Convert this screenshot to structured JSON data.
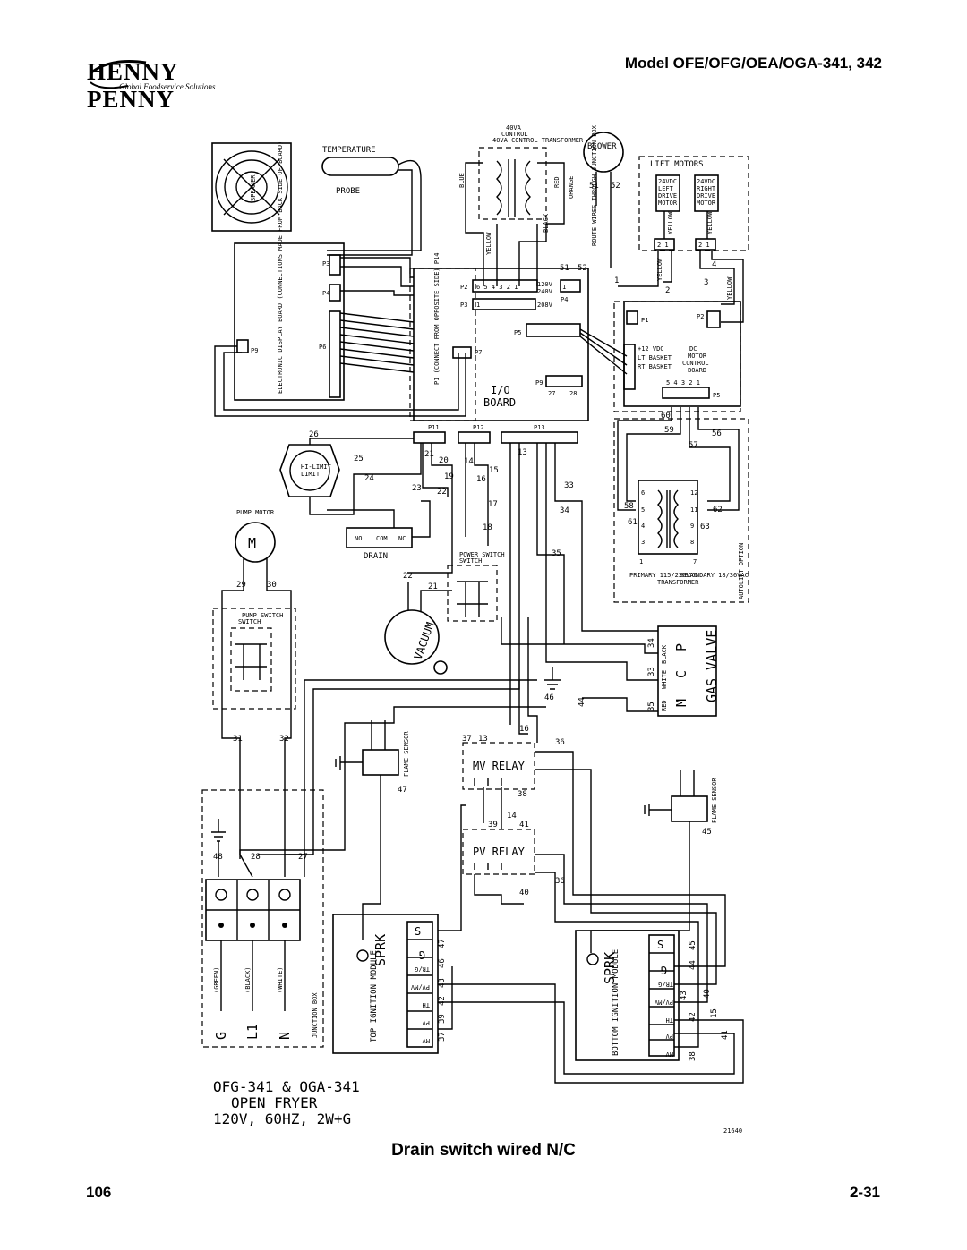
{
  "header": {
    "logo_text": "HENNY PENNY",
    "logo_tagline": "Global Foodservice Solutions",
    "model": "Model OFE/OFG/OEA/OGA-341, 342"
  },
  "diagram": {
    "transformer_label": "40VA CONTROL TRANSFORMER",
    "blower": "BLOWER",
    "temperature_probe": [
      "TEMPERATURE",
      "PROBE"
    ],
    "speaker": "SPEAKER",
    "lift_motors": "LIFT MOTORS",
    "left_motor": "24VDC LEFT DRIVE MOTOR",
    "right_motor": "24VDC RIGHT DRIVE MOTOR",
    "display_board": "ELECTRONIC DISPLAY BOARD (CONNECTIONS MADE FROM BACK SIDE OF BOARD)",
    "io_board": [
      "I/O",
      "BOARD"
    ],
    "io_connect_note": "P1 (CONNECT FROM OPPOSITE SIDE) P14",
    "dc_board": "DC MOTOR CONTROL BOARD",
    "dc_board_pins": [
      "+12 VDC",
      "LT BASKET",
      "RT BASKET"
    ],
    "voltage_120": "120V",
    "voltage_240": "240V",
    "voltage_208": "208V",
    "route_wires": "ROUTE WIRES THROUGH JUNCTION BOX",
    "hi_limit": "HI-LIMIT",
    "pump_motor": "PUMP MOTOR",
    "motor_symbol": "M",
    "drain": "DRAIN",
    "power_switch": "POWER SWITCH",
    "pump_switch": "PUMP SWITCH",
    "vacuum": "VACUUM",
    "transformer_primary": "PRIMARY 115/230VAC",
    "transformer_secondary": "SECONDARY 18/36VAC",
    "transformer_name": "TRANSFORMER",
    "autolift_option": "AUTOLIFT OPTION",
    "gas_valve": "GAS VALVE",
    "gas_valve_letters": [
      "M",
      "C",
      "P"
    ],
    "gas_valve_wires": [
      "RED",
      "WHITE",
      "BLACK"
    ],
    "mv_relay": "MV RELAY",
    "pv_relay": "PV RELAY",
    "flame_sensor": "FLAME SENSOR",
    "top_module": "TOP IGNITION MODULE",
    "bottom_module": "BOTTOM IGNITION MODULE",
    "sprk": "SPRK",
    "module_terminals": [
      "S",
      "G",
      "TR/G",
      "PV/MV",
      "TH",
      "PV",
      "MV"
    ],
    "junction_box": "JUNCTION BOX",
    "terminal_labels": [
      "G",
      "L1",
      "N"
    ],
    "terminal_colors": [
      "(GREEN)",
      "(BLACK)",
      "(WHITE)"
    ],
    "title_lines": [
      "OFG-341 & OGA-341",
      "OPEN FRYER",
      "120V, 60HZ, 2W+G"
    ],
    "drawing_number": "21640"
  },
  "footer": {
    "caption": "Drain switch wired N/C",
    "page_left": "106",
    "page_right": "2-31"
  }
}
